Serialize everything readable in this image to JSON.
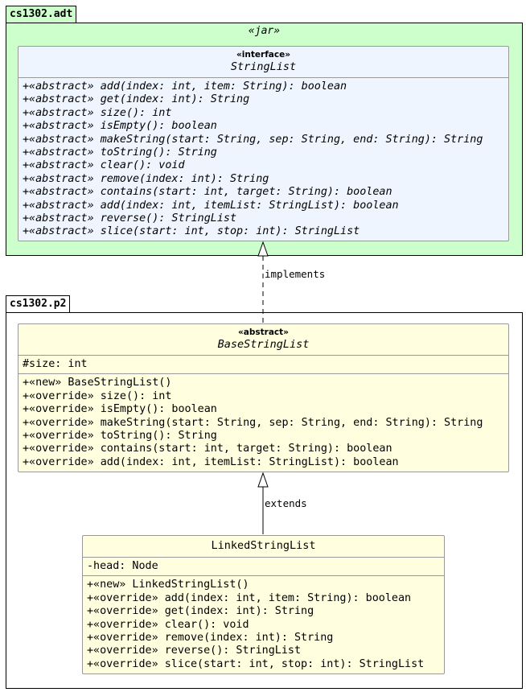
{
  "colors": {
    "package_adt_fill": "#ccffcc",
    "interface_fill": "#eef5ff",
    "class_fill": "#ffffe0",
    "border": "#000000"
  },
  "packages": {
    "adt": {
      "name": "cs1302.adt",
      "stereotype": "«jar»"
    },
    "p2": {
      "name": "cs1302.p2"
    }
  },
  "interface_stringlist": {
    "stereotype": "«interface»",
    "name": "StringList",
    "methods": [
      "+«abstract» add(index: int, item: String): boolean",
      "+«abstract» get(index: int): String",
      "+«abstract» size(): int",
      "+«abstract» isEmpty(): boolean",
      "+«abstract» makeString(start: String, sep: String, end: String): String",
      "+«abstract» toString(): String",
      "+«abstract» clear(): void",
      "+«abstract» remove(index: int): String",
      "+«abstract» contains(start: int, target: String): boolean",
      "+«abstract» add(index: int, itemList: StringList): boolean",
      "+«abstract» reverse(): StringList",
      "+«abstract» slice(start: int, stop: int): StringList"
    ]
  },
  "class_base": {
    "stereotype": "«abstract»",
    "name": "BaseStringList",
    "fields": [
      "#size: int"
    ],
    "methods": [
      "+«new» BaseStringList()",
      "+«override» size(): int",
      "+«override» isEmpty(): boolean",
      "+«override» makeString(start: String, sep: String, end: String): String",
      "+«override» toString(): String",
      "+«override» contains(start: int, target: String): boolean",
      "+«override» add(index: int, itemList: StringList): boolean"
    ]
  },
  "class_linked": {
    "name": "LinkedStringList",
    "fields": [
      "-head: Node"
    ],
    "methods": [
      "+«new» LinkedStringList()",
      "+«override» add(index: int, item: String): boolean",
      "+«override» get(index: int): String",
      "+«override» clear(): void",
      "+«override» remove(index: int): String",
      "+«override» reverse(): StringList",
      "+«override» slice(start: int, stop: int): StringList"
    ]
  },
  "edges": {
    "implements_label": "implements",
    "extends_label": "extends"
  }
}
